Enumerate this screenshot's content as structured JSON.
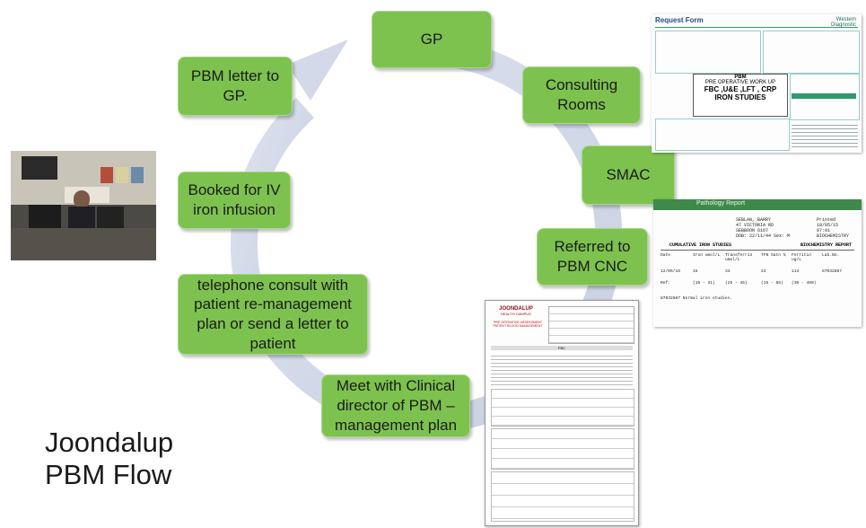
{
  "title": {
    "line1": "Joondalup",
    "line2": "PBM Flow"
  },
  "steps": [
    {
      "id": "gp",
      "label": "GP"
    },
    {
      "id": "consulting-rooms",
      "label": "Consulting Rooms"
    },
    {
      "id": "smac",
      "label": "SMAC"
    },
    {
      "id": "referred-pbm-cnc",
      "label": "Referred to PBM CNC"
    },
    {
      "id": "meet-clinical-director",
      "label": "Meet with Clinical director of PBM – management plan"
    },
    {
      "id": "telephone-consult",
      "label": "telephone consult with patient re-management plan or send a letter to patient"
    },
    {
      "id": "booked-iv-iron",
      "label": "Booked for IV iron infusion"
    },
    {
      "id": "pbm-letter-gp",
      "label": "PBM letter to GP."
    }
  ],
  "request_form": {
    "header": "Request Form",
    "brand": "Western Diagnostic",
    "box_lines": [
      "PBM",
      "PRE OPERATIVE WORK UP",
      "FBC ,U&E ,LFT , CRP",
      "IRON STUDIES"
    ]
  },
  "pathology_report": {
    "lab": "Pathology Report",
    "patient_lines": [
      "SEBLAN, BARRY",
      "47 VICTORIA RD",
      "SEBBOON 6167",
      "DOB: 22/11/44  Sex: M"
    ],
    "printed_lines": [
      "Printed",
      "18/05/15",
      "07:01",
      "BIOCHEMISTRY"
    ],
    "section_title": "CUMULATIVE IRON STUDIES",
    "section_label": "BIOCHEMISTRY REPORT",
    "columns": [
      "Date",
      "Iron umol/L",
      "Transferrin umol/L",
      "TFN Satn %",
      "Ferritin ug/L",
      "Lab.No."
    ],
    "row": [
      "12/05/15",
      "15",
      "33",
      "24",
      "114",
      "87032887"
    ],
    "ref": [
      "Ref:",
      "(10 - 31)",
      "(25 - 45)",
      "(15 - 55)",
      "(30 - 400)",
      ""
    ],
    "comment": "87032887  Normal iron studies."
  },
  "hospital_form": {
    "org_line1": "JOONDALUP",
    "org_line2": "HEALTH CAMPUS",
    "form_title": "PRE OPERATIVE ASSESSMENT PATIENT BLOOD MANAGEMENT",
    "section": "FBC"
  },
  "colors": {
    "step_fill": "#7dc24f",
    "cycle_arrow": "#d3d9e8"
  }
}
